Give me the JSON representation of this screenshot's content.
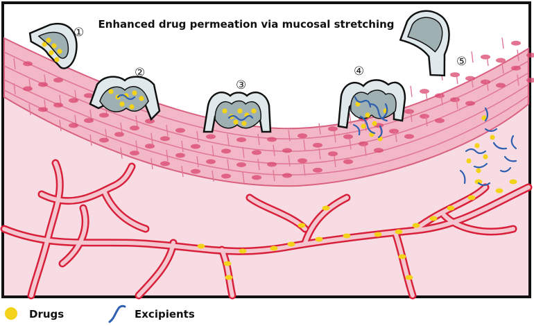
{
  "title": "Enhanced drug permeation via mucosal stretching",
  "steps": [
    "①",
    "②",
    "③",
    "④",
    "⑤"
  ],
  "legend": {
    "drugs": "Drugs",
    "excipients": "Excipients"
  },
  "colors": {
    "frame": "#111111",
    "tissue": "#f7dde3",
    "epithelium": "#f2b8c8",
    "cell_border": "#d9607f",
    "nucleus": "#d9466e",
    "vessel": "#d8203a",
    "vessel_fill": "#f4c6cf",
    "device_shell": "#dfe8ea",
    "device_core": "#9fb0b2",
    "drug": "#f3d21a",
    "excipient": "#2f5fb0"
  }
}
